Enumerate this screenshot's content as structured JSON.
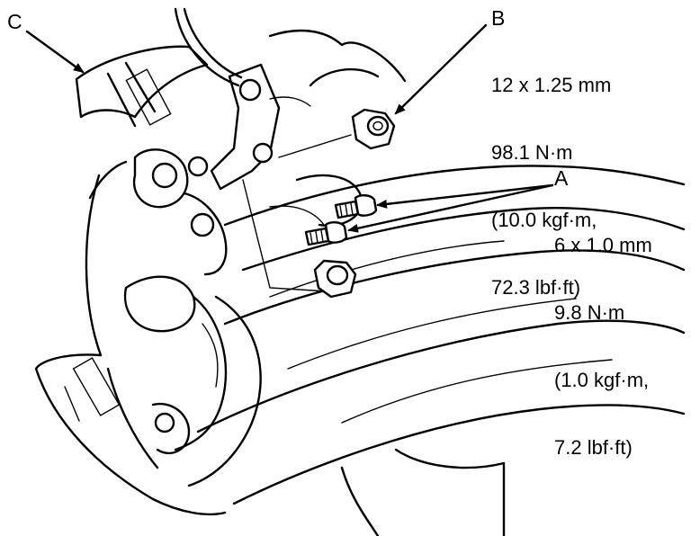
{
  "callouts": {
    "c": {
      "letter": "C"
    },
    "b": {
      "letter": "B",
      "size": "12 x 1.25 mm",
      "torque_nm": "98.1 N·m",
      "torque_kgf": "(10.0 kgf·m,",
      "torque_lbf": "72.3 lbf·ft)"
    },
    "a": {
      "letter": "A",
      "size": "6 x 1.0 mm",
      "torque_nm": "9.8 N·m",
      "torque_kgf": "(1.0 kgf·m,",
      "torque_lbf": "7.2 lbf·ft)"
    }
  },
  "colors": {
    "ink": "#000000",
    "paper": "#ffffff"
  }
}
